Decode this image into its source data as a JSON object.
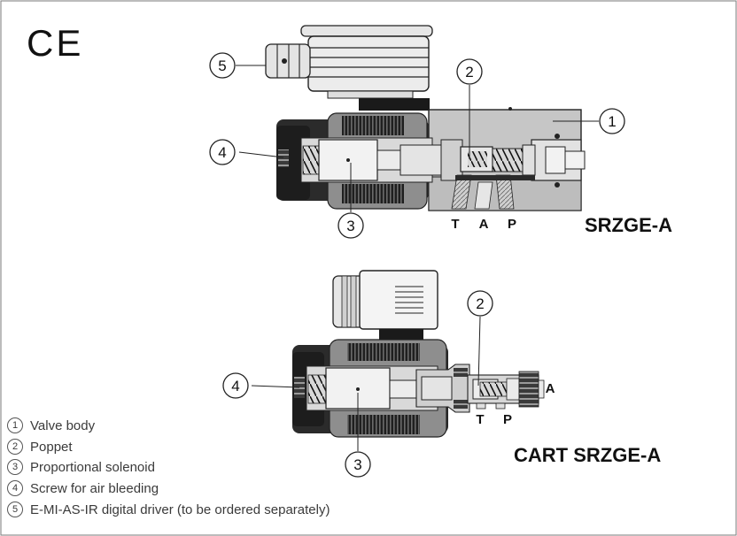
{
  "ce_mark": "CE",
  "callouts": [
    "1",
    "2",
    "3",
    "4",
    "5"
  ],
  "ports_top": [
    "T",
    "A",
    "P"
  ],
  "ports_bottom": [
    "T",
    "P",
    "A"
  ],
  "title_top": "SRZGE-A",
  "title_bottom": "CART SRZGE-A",
  "legend": [
    {
      "num": "1",
      "text": "Valve body"
    },
    {
      "num": "2",
      "text": "Poppet"
    },
    {
      "num": "3",
      "text": "Proportional solenoid"
    },
    {
      "num": "4",
      "text": "Screw for air bleeding"
    },
    {
      "num": "5",
      "text": "E-MI-AS-IR digital driver (to be ordered separately)"
    }
  ],
  "colors": {
    "border": "#555555",
    "body_gray": "#c4c4c4",
    "dark": "#1a1a1a",
    "coil": "#2a2a2a"
  }
}
